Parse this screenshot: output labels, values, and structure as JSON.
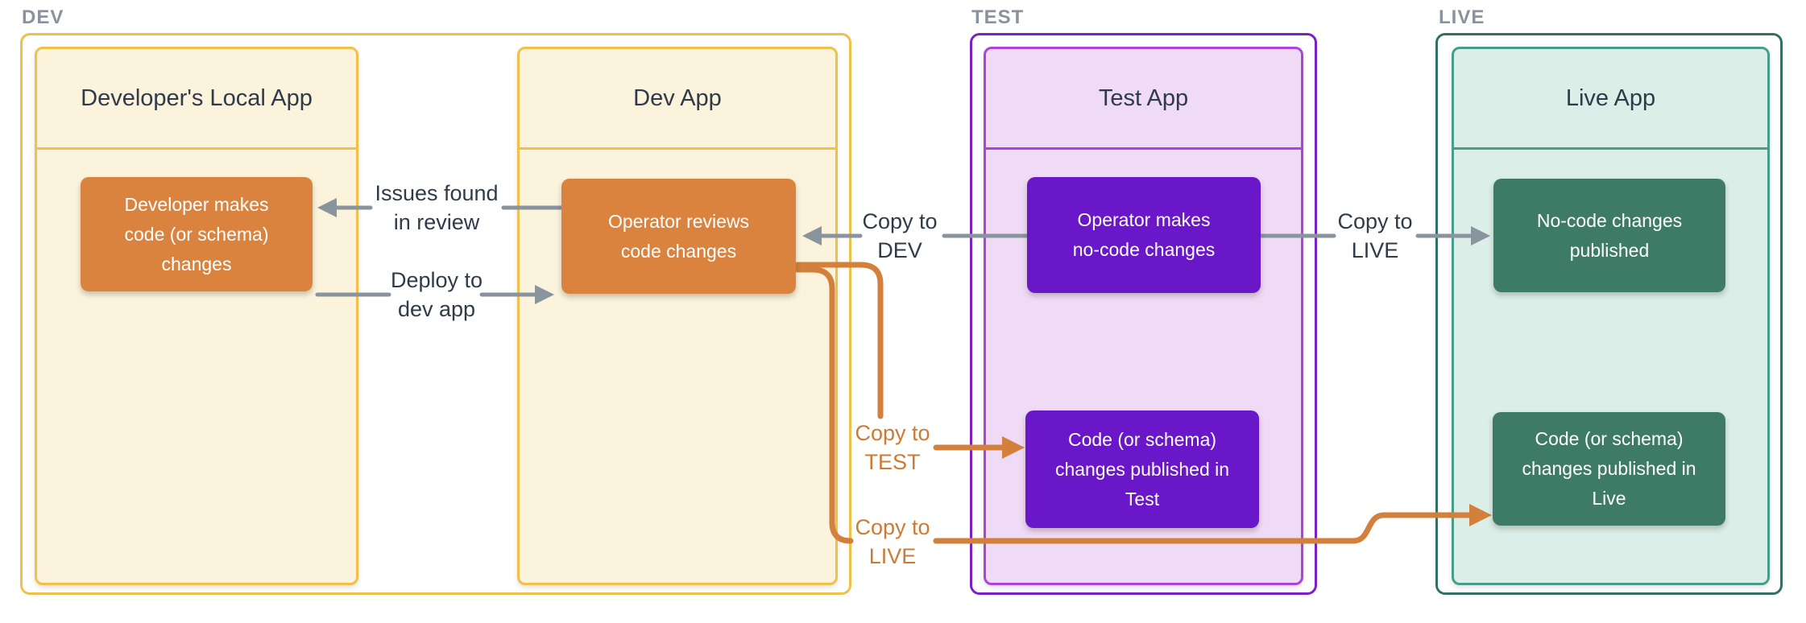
{
  "colors": {
    "yellow-border": "#EFC14B",
    "cream-fill": "#FBF3DB",
    "orange-node": "#D9833F",
    "orange-line": "#D2803C",
    "orange-text": "#CC7B36",
    "purple-border-outer": "#7B1FC7",
    "purple-border-inner": "#AC44DB",
    "purple-fill": "#F0DBF7",
    "purple-node": "#6A16C9",
    "teal-border-outer": "#346F63",
    "teal-border-inner": "#4A9D8B",
    "teal-fill": "#DCEEE8",
    "green-node": "#3D7B66",
    "arrow-gray": "#8A949E",
    "text-dark": "#2F3B49",
    "zone-label": "#8A929D"
  },
  "zones": {
    "dev": {
      "label": "DEV",
      "apps": {
        "local": {
          "title": "Developer's Local App",
          "node": {
            "lines": [
              "Developer makes",
              "code (or schema)",
              "changes"
            ]
          }
        },
        "dev": {
          "title": "Dev App",
          "node": {
            "lines": [
              "Operator reviews",
              "code changes"
            ]
          }
        }
      }
    },
    "test": {
      "label": "TEST",
      "apps": {
        "test": {
          "title": "Test App",
          "node_top": {
            "lines": [
              "Operator makes",
              "no-code changes"
            ]
          },
          "node_bottom": {
            "lines": [
              "Code (or schema)",
              "changes published in",
              "Test"
            ]
          }
        }
      }
    },
    "live": {
      "label": "LIVE",
      "apps": {
        "live": {
          "title": "Live App",
          "node_top": {
            "lines": [
              "No-code changes",
              "published"
            ]
          },
          "node_bottom": {
            "lines": [
              "Code (or schema)",
              "changes published in",
              "Live"
            ]
          }
        }
      }
    }
  },
  "connectors": {
    "issues_found": {
      "label_lines": [
        "Issues found",
        "in review"
      ]
    },
    "deploy_to_dev": {
      "label_lines": [
        "Deploy to",
        "dev app"
      ]
    },
    "copy_to_dev": {
      "label_lines": [
        "Copy to",
        "DEV"
      ]
    },
    "copy_to_live_from_test": {
      "label_lines": [
        "Copy to",
        "LIVE"
      ]
    },
    "copy_to_test": {
      "label_lines": [
        "Copy to",
        "TEST"
      ]
    },
    "copy_to_live_from_dev": {
      "label_lines": [
        "Copy to",
        "LIVE"
      ]
    }
  }
}
